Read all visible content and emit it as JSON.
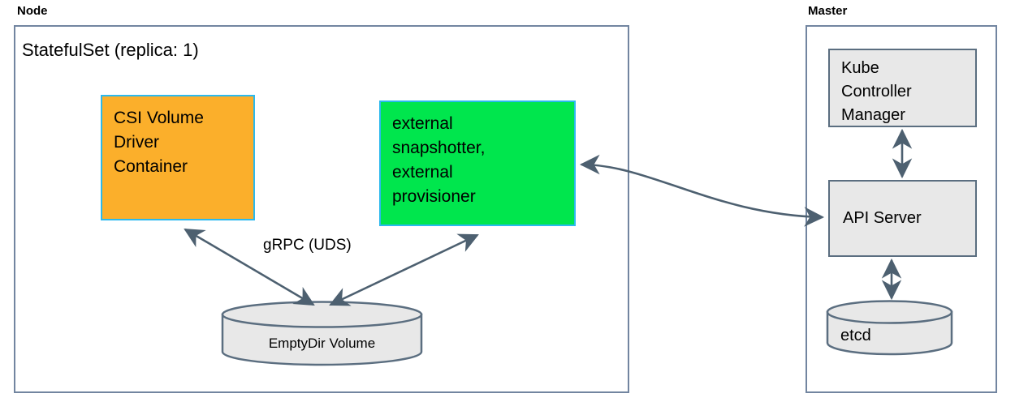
{
  "diagram": {
    "title_node": "Node",
    "title_master": "Master",
    "colors": {
      "orange_fill": "#FBAF2B",
      "green_fill": "#00E64D",
      "cyan_border": "#2BB9EE",
      "gray_fill": "#E8E8E8",
      "gray_border": "#5B6E80",
      "group_border": "#7285A0",
      "arrow": "#4D6070",
      "text": "#000000",
      "background": "#FFFFFF"
    }
  },
  "node": {
    "label": "Node",
    "statefulset_title": "StatefulSet (replica: 1)",
    "boxes": [
      {
        "id": "csi-volume-driver-container",
        "label": "CSI Volume\nDriver\nContainer"
      },
      {
        "id": "external-snapshotter-provisioner",
        "label": "external\nsnapshotter,\nexternal\nprovisioner"
      }
    ],
    "volume": {
      "id": "emptydir-volume",
      "label": "EmptyDir Volume"
    },
    "edge_labels": [
      {
        "id": "grpc-uds",
        "label": "gRPC (UDS)"
      }
    ]
  },
  "master": {
    "label": "Master",
    "boxes": [
      {
        "id": "kube-controller-manager",
        "label": "Kube\nController\nManager"
      },
      {
        "id": "api-server",
        "label": "API Server"
      }
    ],
    "datastore": {
      "id": "etcd",
      "label": "etcd"
    }
  },
  "connections": [
    {
      "id": "driver-to-volume",
      "from": "csi-volume-driver-container",
      "to": "emptydir-volume",
      "bidirectional": true,
      "label": "gRPC (UDS)"
    },
    {
      "id": "sidecar-to-volume",
      "from": "external-snapshotter-provisioner",
      "to": "emptydir-volume",
      "bidirectional": true,
      "label": ""
    },
    {
      "id": "sidecar-to-apiserver",
      "from": "external-snapshotter-provisioner",
      "to": "api-server",
      "bidirectional": true,
      "label": ""
    },
    {
      "id": "kcm-to-apiserver",
      "from": "kube-controller-manager",
      "to": "api-server",
      "bidirectional": true,
      "label": ""
    },
    {
      "id": "apiserver-to-etcd",
      "from": "api-server",
      "to": "etcd",
      "bidirectional": true,
      "label": ""
    }
  ]
}
